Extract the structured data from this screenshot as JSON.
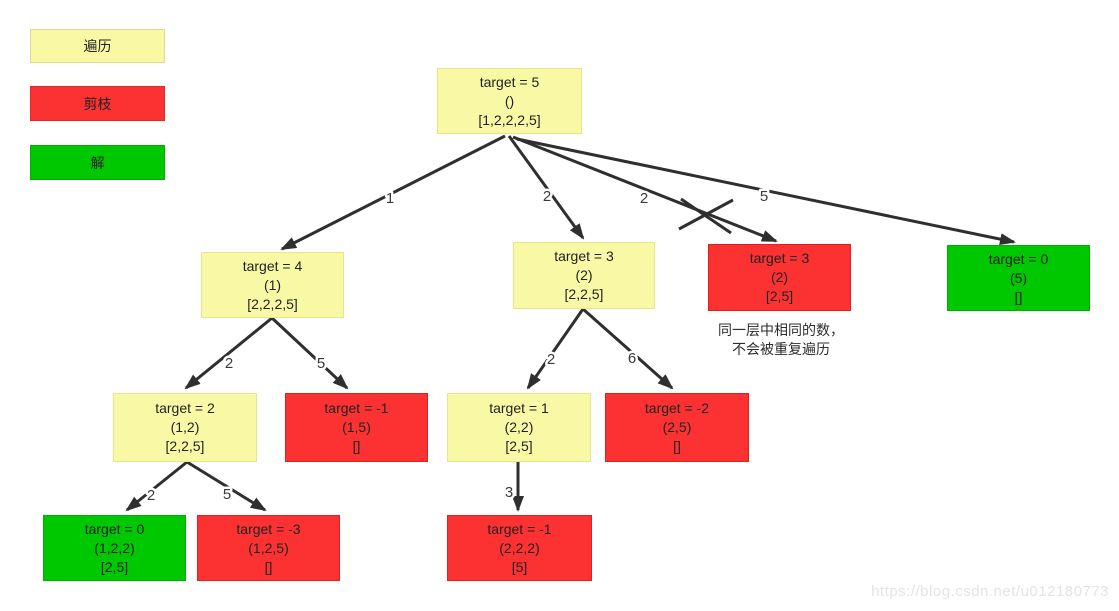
{
  "legend": {
    "items": [
      {
        "label": "遍历",
        "type": "traverse",
        "color": "#F9F9A5"
      },
      {
        "label": "剪枝",
        "type": "prune",
        "color": "#FC3232"
      },
      {
        "label": "解",
        "type": "solution",
        "color": "#00C800"
      }
    ]
  },
  "tree": {
    "nodes": [
      {
        "id": "root",
        "target": "target = 5",
        "path": "()",
        "candidates": "[1,2,2,2,5]",
        "type": "traverse"
      },
      {
        "id": "n4",
        "target": "target = 4",
        "path": "(1)",
        "candidates": "[2,2,2,5]",
        "type": "traverse"
      },
      {
        "id": "n3a",
        "target": "target = 3",
        "path": "(2)",
        "candidates": "[2,2,5]",
        "type": "traverse"
      },
      {
        "id": "n3b",
        "target": "target = 3",
        "path": "(2)",
        "candidates": "[2,5]",
        "type": "prune"
      },
      {
        "id": "n0a",
        "target": "target = 0",
        "path": "(5)",
        "candidates": "[]",
        "type": "solution"
      },
      {
        "id": "n2",
        "target": "target = 2",
        "path": "(1,2)",
        "candidates": "[2,2,5]",
        "type": "traverse"
      },
      {
        "id": "nm1a",
        "target": "target = -1",
        "path": "(1,5)",
        "candidates": "[]",
        "type": "prune"
      },
      {
        "id": "n1",
        "target": "target = 1",
        "path": "(2,2)",
        "candidates": "[2,5]",
        "type": "traverse"
      },
      {
        "id": "nm2",
        "target": "target = -2",
        "path": "(2,5)",
        "candidates": "[]",
        "type": "prune"
      },
      {
        "id": "n0b",
        "target": "target = 0",
        "path": "(1,2,2)",
        "candidates": "[2,5]",
        "type": "solution"
      },
      {
        "id": "nm3",
        "target": "target = -3",
        "path": "(1,2,5)",
        "candidates": "[]",
        "type": "prune"
      },
      {
        "id": "nm1b",
        "target": "target = -1",
        "path": "(2,2,2)",
        "candidates": "[5]",
        "type": "prune"
      }
    ],
    "edges": [
      {
        "from": "root",
        "to": "n4",
        "label": "1"
      },
      {
        "from": "root",
        "to": "n3a",
        "label": "2"
      },
      {
        "from": "root",
        "to": "n3b",
        "label": "2",
        "crossed": true
      },
      {
        "from": "root",
        "to": "n0a",
        "label": "5"
      },
      {
        "from": "n4",
        "to": "n2",
        "label": "2"
      },
      {
        "from": "n4",
        "to": "nm1a",
        "label": "5"
      },
      {
        "from": "n3a",
        "to": "n1",
        "label": "2"
      },
      {
        "from": "n3a",
        "to": "nm2",
        "label": "6"
      },
      {
        "from": "n2",
        "to": "n0b",
        "label": "2"
      },
      {
        "from": "n2",
        "to": "nm3",
        "label": "5"
      },
      {
        "from": "n1",
        "to": "nm1b",
        "label": "3"
      }
    ]
  },
  "annotation": {
    "line1": "同一层中相同的数，",
    "line2": "不会被重复遍历"
  },
  "watermark": "https://blog.csdn.net/u012180773",
  "colors": {
    "traverse": "#F9F9A5",
    "prune": "#FC3232",
    "solution": "#00C800",
    "edge": "#2f2f2f"
  }
}
